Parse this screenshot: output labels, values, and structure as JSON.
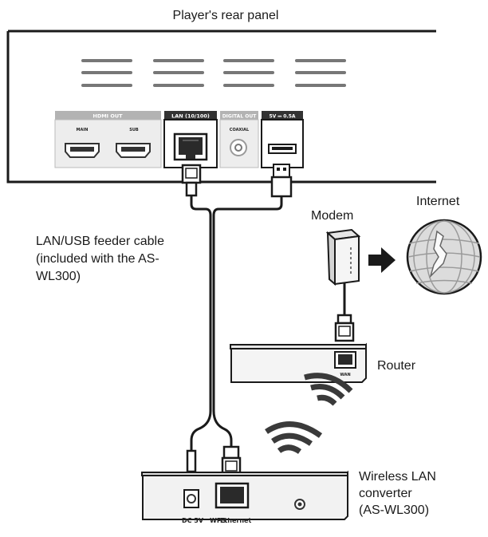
{
  "labels": {
    "rear_panel": "Player's rear panel",
    "cable_line1": "LAN/USB feeder cable",
    "cable_line2": "(included with the AS-",
    "cable_line3": "WL300)",
    "modem": "Modem",
    "internet": "Internet",
    "router": "Router",
    "converter_line1": "Wireless LAN",
    "converter_line2": "converter",
    "converter_line3": "(AS-WL300)"
  },
  "panel": {
    "hdmi_out": "HDMI OUT",
    "hdmi_port1": "MAIN",
    "hdmi_port2": "SUB",
    "lan": "LAN (10/100)",
    "digital_out": "DIGITAL OUT",
    "coaxial": "COAXIAL",
    "usb": "5V ⎓ 0.5A"
  },
  "router_port": "WAN",
  "converter_ports": {
    "dc": "DC 5V",
    "wps": "WPS",
    "ethernet": "Ethernet"
  },
  "colors": {
    "ink": "#1a1a1a",
    "panel_header": "#b3b3b3",
    "device_fill": "#f2f2f2"
  }
}
